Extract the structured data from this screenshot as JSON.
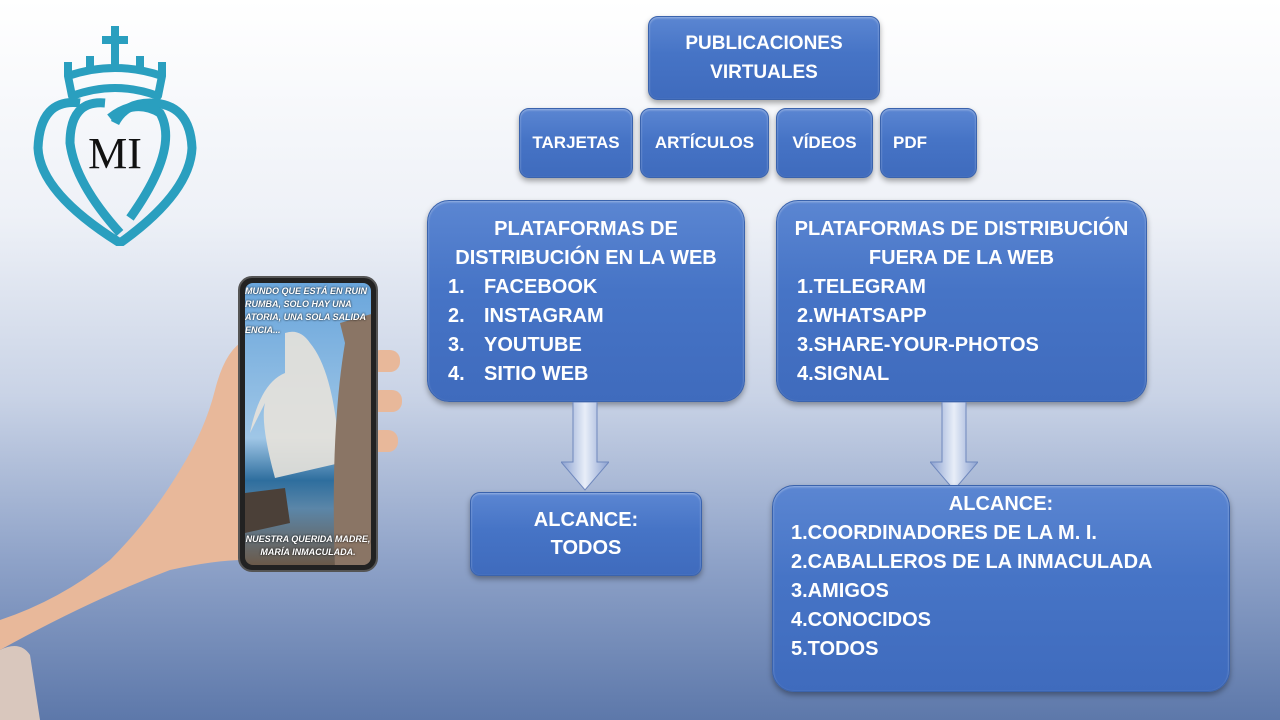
{
  "logo": {
    "text": "MI",
    "color": "#2a9fbf"
  },
  "top": {
    "line1": "PUBLICACIONES",
    "line2": "VIRTUALES"
  },
  "types": [
    "TARJETAS",
    "ARTÍCULOS",
    "VÍDEOS",
    "PDF"
  ],
  "web": {
    "title1": "PLATAFORMAS DE",
    "title2": "DISTRIBUCIÓN EN LA WEB",
    "items": [
      {
        "n": "1.",
        "t": "FACEBOOK"
      },
      {
        "n": "2.",
        "t": "INSTAGRAM"
      },
      {
        "n": "3.",
        "t": "YOUTUBE"
      },
      {
        "n": "4.",
        "t": "SITIO WEB"
      }
    ]
  },
  "offweb": {
    "title1": "PLATAFORMAS DE DISTRIBUCIÓN",
    "title2": "FUERA DE LA WEB",
    "items": [
      "1.TELEGRAM",
      "2.WHATSAPP",
      "3.SHARE-YOUR-PHOTOS",
      "4.SIGNAL"
    ]
  },
  "reach_web": {
    "line1": "ALCANCE:",
    "line2": "TODOS"
  },
  "reach_offweb": {
    "title": "ALCANCE:",
    "items": [
      "1.COORDINADORES DE LA M. I.",
      "2.CABALLEROS DE LA INMACULADA",
      "3.AMIGOS",
      "4.CONOCIDOS",
      "5.TODOS"
    ]
  },
  "phone": {
    "top_lines": [
      "MUNDO QUE ESTÁ EN RUIN",
      "RUMBA, SOLO HAY UNA",
      "ATORIA, UNA SOLA SALIDA",
      "ENCIA..."
    ],
    "bottom_lines": [
      "NUESTRA QUERIDA MADRE,",
      "MARÍA INMACULADA."
    ]
  },
  "colors": {
    "box": "#4472c4",
    "accent": "#2a9fbf"
  }
}
